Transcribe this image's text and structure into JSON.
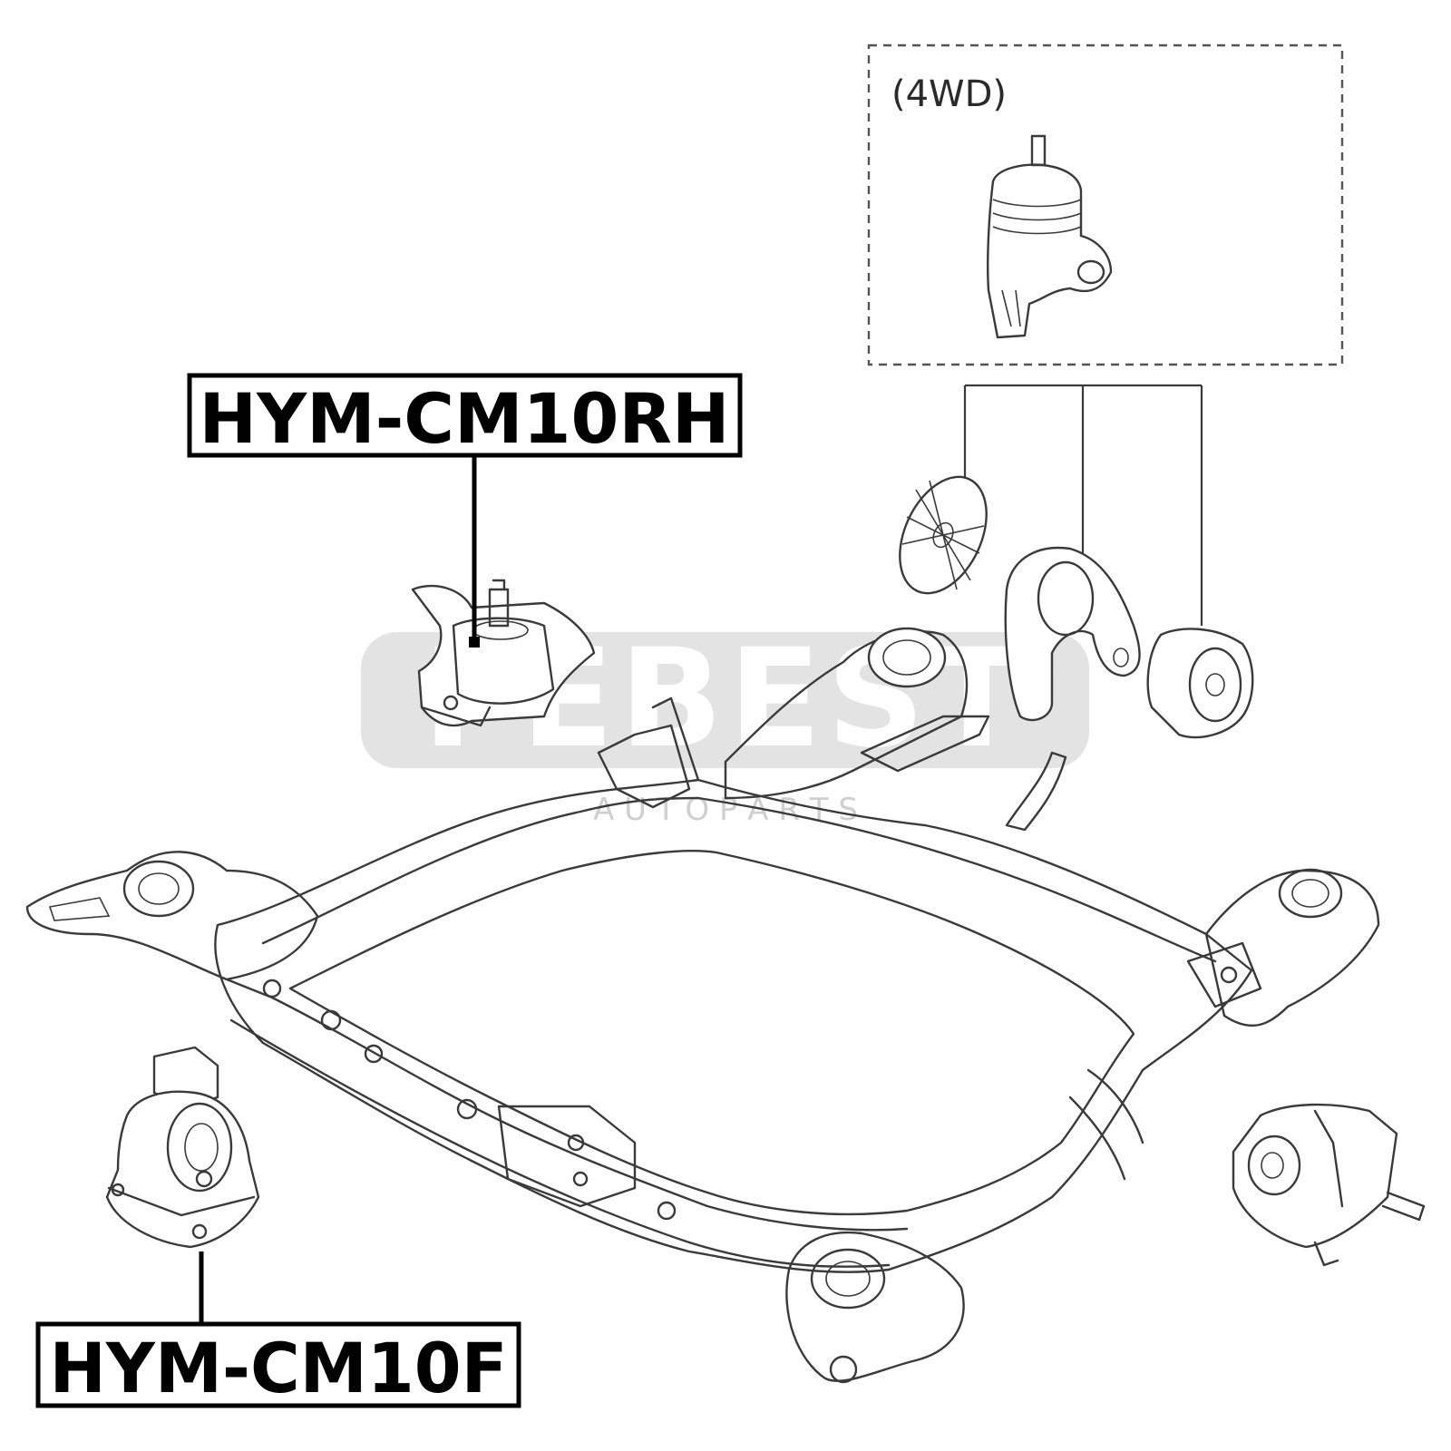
{
  "labels": {
    "rear_mount": "HYM-CM10RH",
    "front_mount": "HYM-CM10F",
    "option_note": "(4WD)"
  },
  "watermark": {
    "brand": "FEBEST",
    "tagline": "A U T O P A R T S"
  },
  "colors": {
    "line": "#3a3a3a",
    "label": "#000000",
    "watermark_band": "#e3e3e3"
  }
}
